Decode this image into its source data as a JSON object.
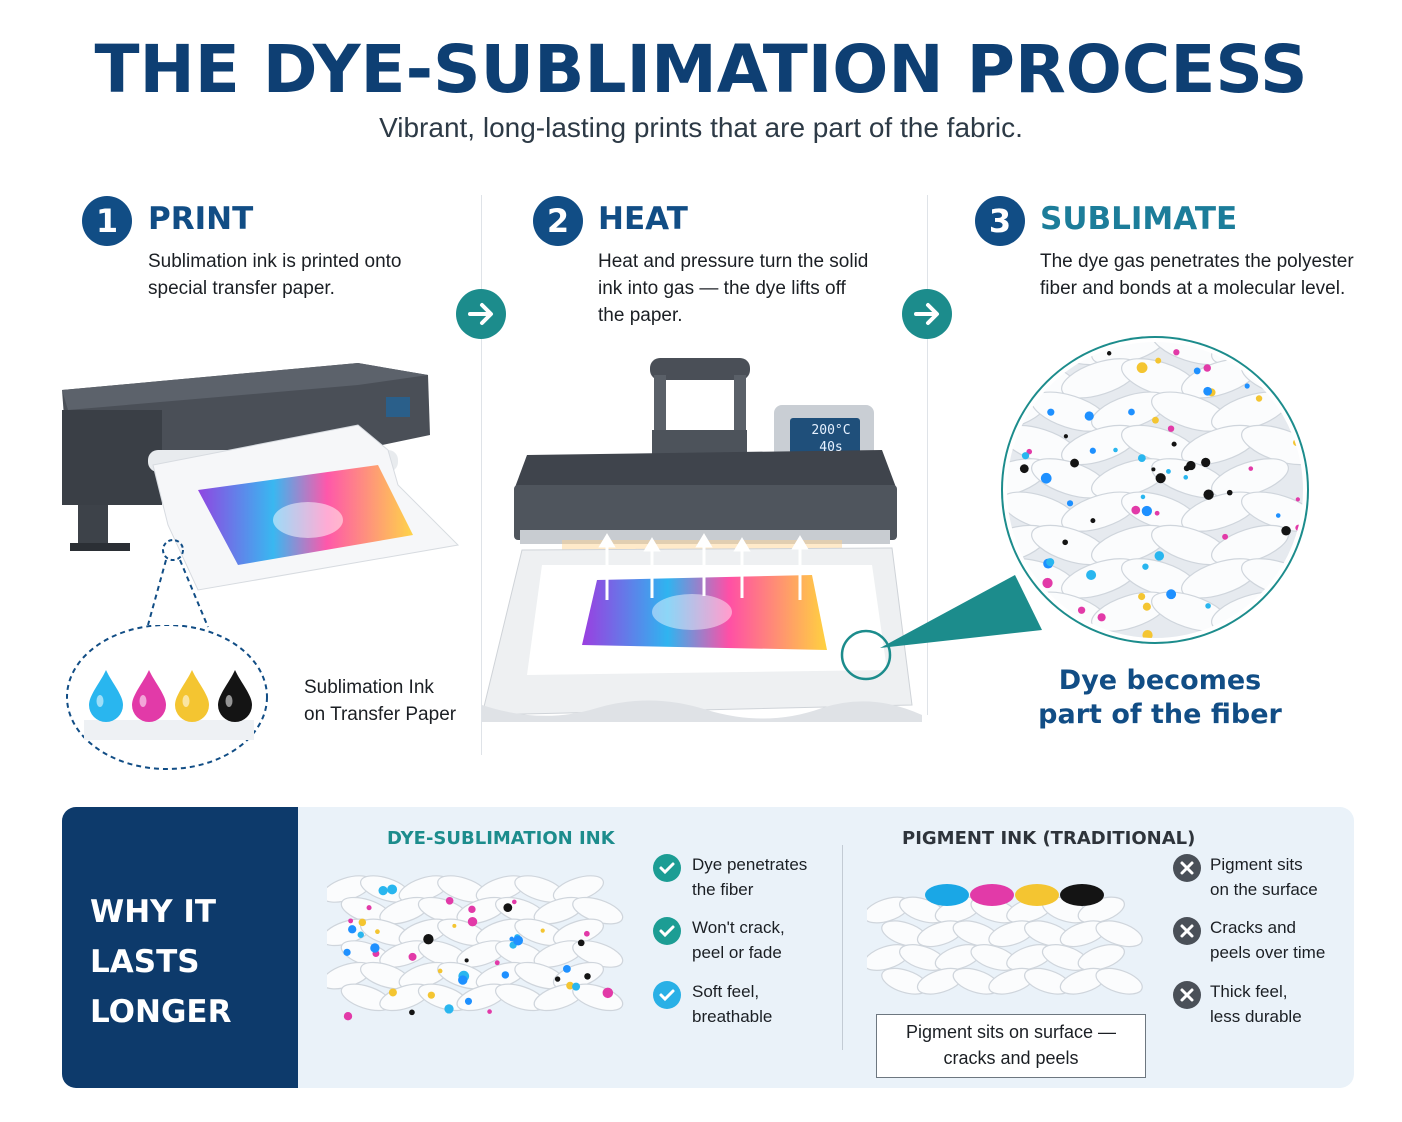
{
  "header": {
    "title": "THE DYE-SUBLIMATION PROCESS",
    "subtitle": "Vibrant, long-lasting prints that are part of the fabric."
  },
  "steps": [
    {
      "number": "1",
      "title": "PRINT",
      "lines": [
        "Sublimation ink is printed onto",
        "special transfer paper."
      ]
    },
    {
      "number": "2",
      "title": "HEAT",
      "lines": [
        "Heat and pressure turn the solid",
        "ink into gas — the dye lifts off",
        "the paper."
      ]
    },
    {
      "number": "3",
      "title": "SUBLIMATE",
      "lines": [
        "The dye gas penetrates the polyester",
        "fiber and bonds at a molecular level."
      ]
    }
  ],
  "arrows": {
    "icon": "arrow-right-icon"
  },
  "printer": {
    "ink_caption": [
      "Sublimation Ink",
      "on Transfer Paper"
    ],
    "ink_colors": [
      "#29b6ef",
      "#e23aa8",
      "#f4c531",
      "#141414"
    ]
  },
  "heat_press": {
    "temperature": "200°C",
    "time": "40s"
  },
  "fiber": {
    "caption": [
      "Dye becomes",
      "part of the fiber"
    ]
  },
  "comparison": {
    "panel_title": [
      "WHY IT LASTS",
      "LONGER"
    ],
    "dye": {
      "heading": "DYE-SUBLIMATION INK",
      "bullets": [
        [
          "Dye penetrates",
          "the fiber"
        ],
        [
          "Won't crack,",
          "peel or fade"
        ],
        [
          "Soft feel,",
          "breathable"
        ]
      ]
    },
    "pigment": {
      "heading": "PIGMENT INK (TRADITIONAL)",
      "note": [
        "Pigment sits on surface —",
        "cracks and peels"
      ],
      "bullets": [
        [
          "Pigment sits",
          "on the surface"
        ],
        [
          "Cracks and",
          "peels over time"
        ],
        [
          "Thick feel,",
          "less durable"
        ]
      ]
    }
  },
  "colors": {
    "navy": "#0e3f73",
    "teal": "#1c8c8c",
    "panel": "#eaf2f9",
    "dark_panel": "#0d3a6b"
  }
}
